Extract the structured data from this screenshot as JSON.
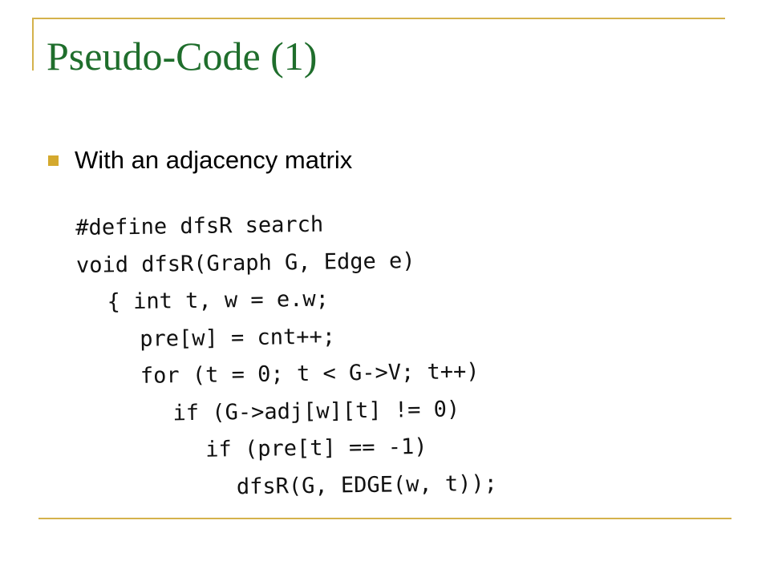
{
  "slide": {
    "title": "Pseudo-Code (1)",
    "bullets": [
      {
        "text": "With an adjacency matrix"
      }
    ],
    "code": {
      "lines": [
        {
          "text": "#define dfsR search",
          "indent": 0
        },
        {
          "text": "void dfsR(Graph G, Edge e)",
          "indent": 0
        },
        {
          "text": "{ int t, w = e.w;",
          "indent": 1
        },
        {
          "text": "pre[w] = cnt++;",
          "indent": 2
        },
        {
          "text": "for (t = 0; t < G->V; t++)",
          "indent": 2
        },
        {
          "text": "if (G->adj[w][t] != 0)",
          "indent": 3
        },
        {
          "text": "if (pre[t] == -1)",
          "indent": 4
        },
        {
          "text": "dfsR(G, EDGE(w, t));",
          "indent": 5
        }
      ]
    },
    "colors": {
      "title": "#1f6e2c",
      "accent": "#d4b24c",
      "bullet": "#d4a92e"
    }
  }
}
